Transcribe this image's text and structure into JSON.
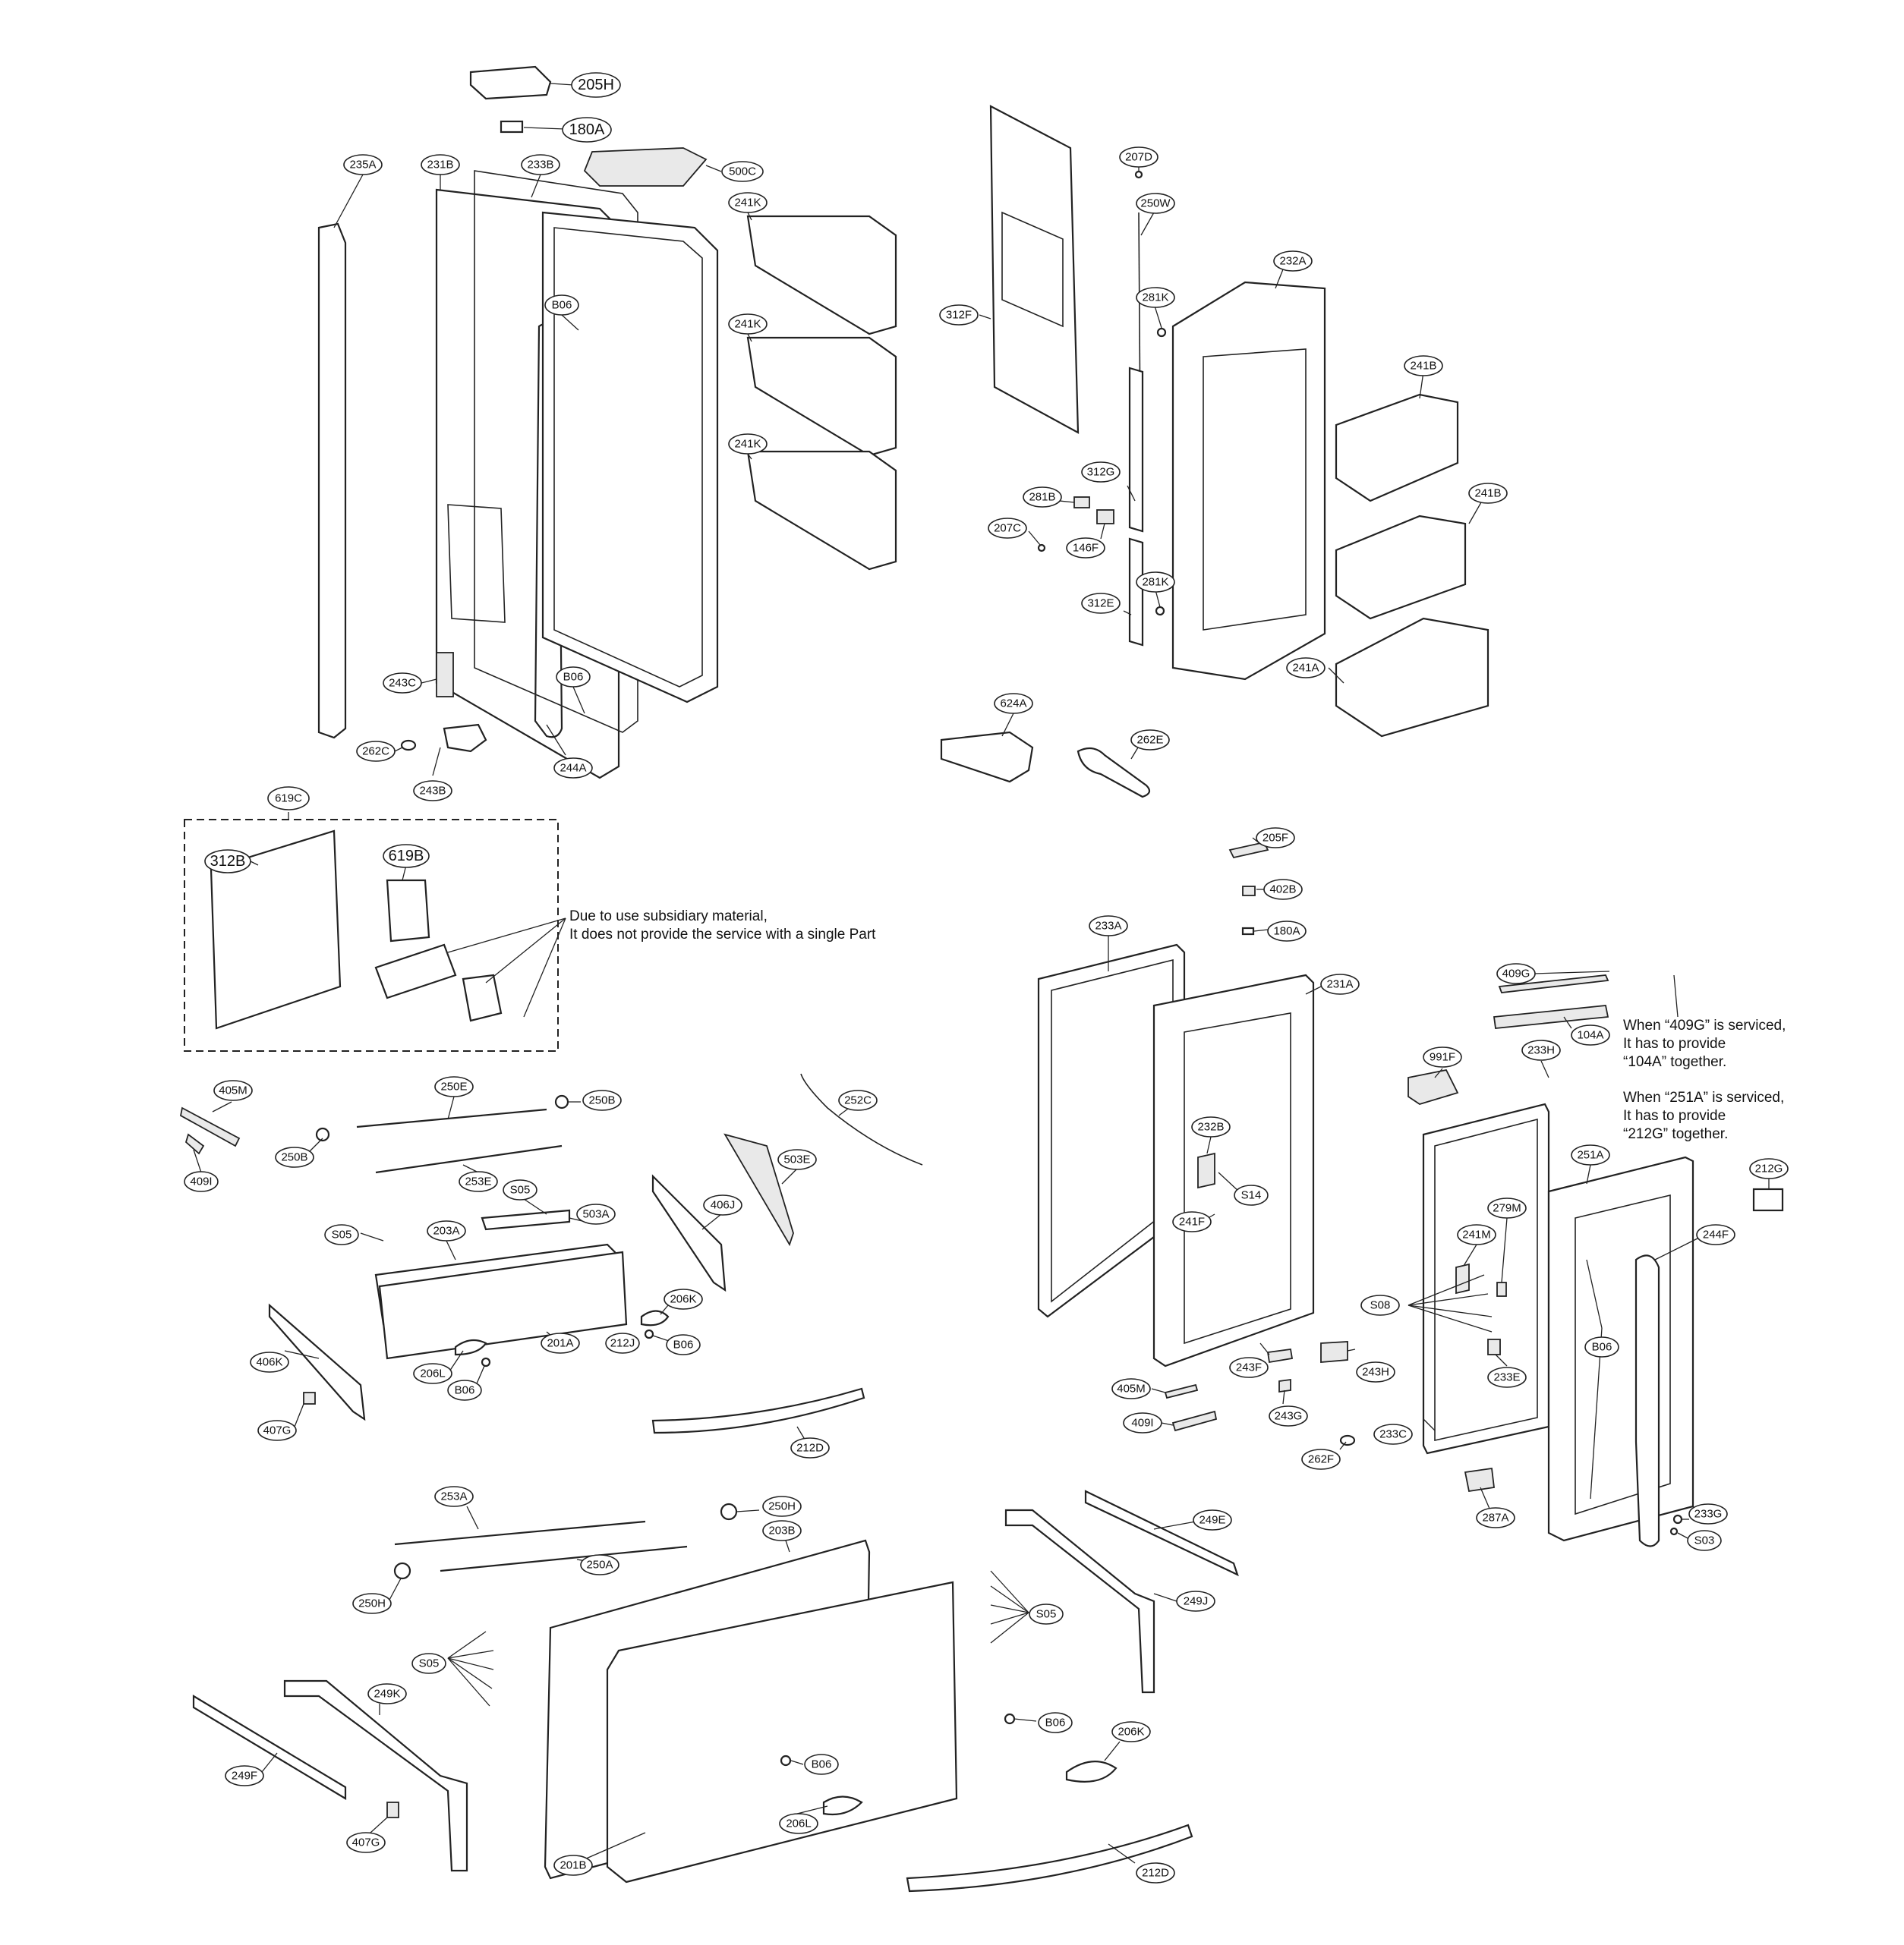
{
  "callouts": {
    "c205H": "205H",
    "c180A_top": "180A",
    "c500C": "500C",
    "c235A": "235A",
    "c231B": "231B",
    "c233B": "233B",
    "c241K_1": "241K",
    "c241K_2": "241K",
    "c241K_3": "241K",
    "c B06_a": "B06",
    "cB06_a": "B06",
    "cB06_b": "B06",
    "c243C": "243C",
    "c262C_top": "262C",
    "c243B": "243B",
    "c244A": "244A",
    "c207D": "207D",
    "c250W": "250W",
    "c281K_1": "281K",
    "c312F": "312F",
    "c232A": "232A",
    "c241B_1": "241B",
    "c241B_2": "241B",
    "c312G": "312G",
    "c281B": "281B",
    "c207C": "207C",
    "c146F": "146F",
    "c281K_2": "281K",
    "c312E": "312E",
    "c241A": "241A",
    "c624A": "624A",
    "c262E": "262E",
    "c619C": "619C",
    "c312B": "312B",
    "c619B": "619B",
    "c205F": "205F",
    "c402B": "402B",
    "c180A_mid": "180A",
    "c233A": "233A",
    "c231A": "231A",
    "c409G": "409G",
    "c104A": "104A",
    "c233H": "233H",
    "c991F": "991F",
    "c251A": "251A",
    "c212G": "212G",
    "c232B": "232B",
    "cS14": "S14",
    "c241F": "241F",
    "c279M": "279M",
    "c241M": "241M",
    "c244F": "244F",
    "cS08": "S08",
    "cB06_r": "B06",
    "c233E": "233E",
    "c243F": "243F",
    "c243H": "243H",
    "c405M_r": "405M",
    "c409I_r": "409I",
    "c243G": "243G",
    "c262F": "262F",
    "c233C": "233C",
    "c287A": "287A",
    "c233G": "233G",
    "cS03": "S03",
    "c405M": "405M",
    "c409I": "409I",
    "c250E": "250E",
    "c250B_1": "250B",
    "c250B_2": "250B",
    "c252C": "252C",
    "c253E": "253E",
    "cS05_1": "S05",
    "cS05_2": "S05",
    "c503A": "503A",
    "c503E": "503E",
    "c203A": "203A",
    "c406J": "406J",
    "c206K_1": "206K",
    "c406K": "406K",
    "c201A": "201A",
    "c212J": "212J",
    "cB06_c": "B06",
    "c206L_1": "206L",
    "cB06_d": "B06",
    "c407G_1": "407G",
    "c212D_1": "212D",
    "c253A": "253A",
    "c250H_1": "250H",
    "c203B": "203B",
    "c250A": "250A",
    "c250H_2": "250H",
    "c249E": "249E",
    "c249J": "249J",
    "cS05_3": "S05",
    "cS05_4": "S05",
    "c249K": "249K",
    "c249F": "249F",
    "cB06_e": "B06",
    "c206K_2": "206K",
    "cB06_f": "B06",
    "c407G_2": "407G",
    "c206L_2": "206L",
    "c201B": "201B",
    "c212D_2": "212D"
  },
  "notes": {
    "subsidiary_1": "Due to use subsidiary material,",
    "subsidiary_2": "It does not provide the service with a single Part",
    "n409G_1": "When “409G” is serviced,",
    "n409G_2": "It has to provide",
    "n409G_3": "“104A” together.",
    "n251A_1": "When “251A” is serviced,",
    "n251A_2": "It has to provide",
    "n251A_3": "“212G” together."
  }
}
